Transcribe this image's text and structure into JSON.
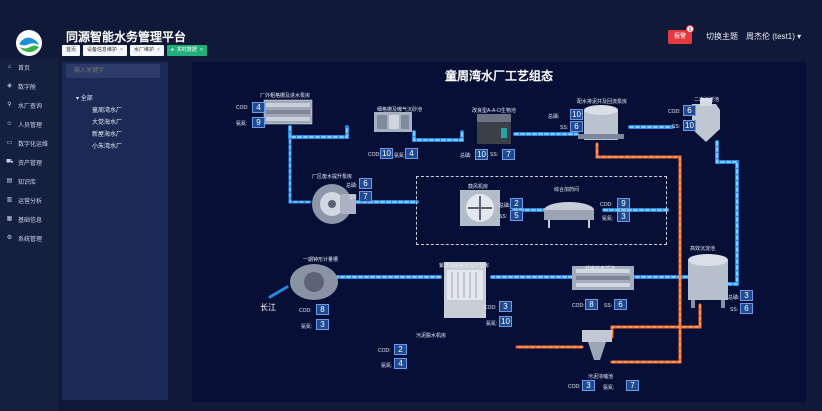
{
  "app": {
    "title": "同源智能水务管理平台",
    "alarm_label": "报警",
    "alarm_count": "8",
    "theme_label": "切换主题",
    "user_label": "周杰伦 (test1)"
  },
  "tabs": [
    {
      "label": "首页"
    },
    {
      "label": "设备信息维护"
    },
    {
      "label": "水厂维护"
    },
    {
      "label": "实时数据"
    }
  ],
  "sidebar": {
    "items": [
      {
        "label": "首页",
        "icon": "home-icon"
      },
      {
        "label": "数字舱",
        "icon": "cube-icon"
      },
      {
        "label": "水厂查询",
        "icon": "search-icon"
      },
      {
        "label": "人员管理",
        "icon": "person-icon"
      },
      {
        "label": "数字化运维",
        "icon": "monitor-icon"
      },
      {
        "label": "资产管理",
        "icon": "cart-icon"
      },
      {
        "label": "知识库",
        "icon": "book-icon"
      },
      {
        "label": "运营分析",
        "icon": "chart-icon"
      },
      {
        "label": "基础信息",
        "icon": "grid-icon"
      },
      {
        "label": "系统管理",
        "icon": "settings-icon"
      }
    ]
  },
  "tree": {
    "search_placeholder": "输入关键字",
    "root": "全部",
    "children": [
      "童周湾水厂",
      "大觉海水厂",
      "新屋海水厂",
      "小朱湾水厂"
    ]
  },
  "process": {
    "title": "童周湾水厂工艺组态",
    "river_label": "长江",
    "units": {
      "u1": {
        "name": "一期钟形计量槽",
        "cod": "8",
        "nh": "3"
      },
      "u2": {
        "name": "紫外消毒渠及提升泵房",
        "cod": "3",
        "nh": "10"
      },
      "u3": {
        "name": "纤维转盘滤池",
        "cod": "8",
        "ss": "6"
      },
      "u4": {
        "name": "高效沉淀池",
        "cod": "3",
        "ss": "6"
      },
      "u5": {
        "name": "污泥脱水机房",
        "cod": "2",
        "nh": "4"
      },
      "u6": {
        "name": "污泥浓缩池",
        "cod": "3",
        "nh": "7"
      },
      "u7": {
        "name": "厂外粗格栅及进水泵房",
        "cod": "4",
        "nh": "9"
      },
      "u8": {
        "name": "细格栅及曝气沉砂池",
        "cod": "10",
        "nh": "4"
      },
      "u9": {
        "name": "改良型A-A-O生物池",
        "cod": "10",
        "ss": "7"
      },
      "u10": {
        "name": "配水排泥井及回流泵房",
        "cod": "10",
        "ss": "6"
      },
      "u11": {
        "name": "二次沉淀池",
        "cod": "6",
        "ss": "10"
      },
      "u12": {
        "name": "厂区废水提升泵房",
        "cod": "6",
        "ss": "7"
      },
      "u13": {
        "name": "鼓风机房",
        "cod": "2",
        "ss": "5"
      },
      "u14": {
        "name": "综合加药间",
        "cod": "9",
        "ss": "3"
      }
    },
    "labels": {
      "cod": "COD:",
      "nh": "氨氮:",
      "ss": "SS:",
      "cod_hz": "总磷:"
    }
  },
  "colors": {
    "flow_blue": "#45b4f5",
    "flow_orange": "#f36a2e",
    "canvas_bg": "#070f36",
    "val_bg": "#1e4a92"
  }
}
